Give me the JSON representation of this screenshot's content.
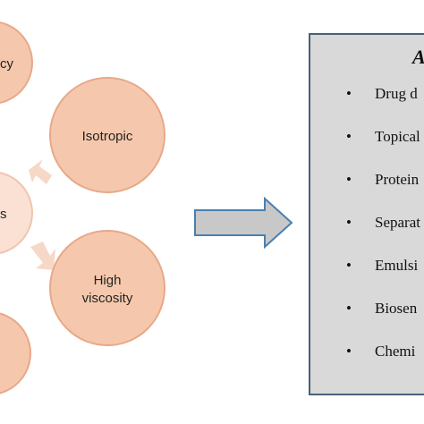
{
  "nodes": {
    "top_left_partial": "cy",
    "middle_left_partial": "s",
    "isotropic": "Isotropic",
    "high_viscosity_line1": "High",
    "high_viscosity_line2": "viscosity"
  },
  "applications": {
    "title": "A",
    "items": [
      "Drug d",
      "Topical",
      "Protein",
      "Separat",
      "Emulsi",
      "Biosen",
      "Chemi"
    ]
  },
  "colors": {
    "node_fill": "#f5c8ad",
    "node_fill_light": "#fbe1d3",
    "box_fill": "#d9d9d9",
    "box_border": "#4a6079",
    "arrow_fill": "#c8c8c8"
  }
}
